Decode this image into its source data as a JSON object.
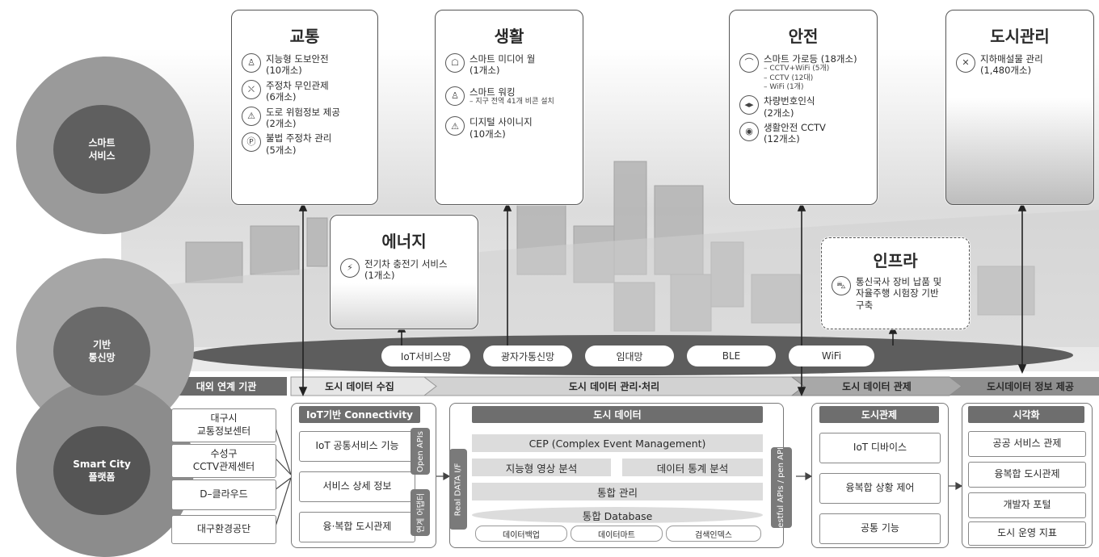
{
  "layers": [
    {
      "label": "스마트\n서비스"
    },
    {
      "label": "기반\n통신망"
    },
    {
      "label": "Smart City\n플랫폼"
    }
  ],
  "services": {
    "traffic": {
      "title": "교통",
      "items": [
        {
          "icon": "pedestrian-safety-icon",
          "glyph": "♙",
          "text": "지능형 도보안전",
          "detail": "(10개소)"
        },
        {
          "icon": "parking-control-icon",
          "glyph": "⛌",
          "text": "주정차 무인관제",
          "detail": "(6개소)"
        },
        {
          "icon": "warning-icon",
          "glyph": "⚠",
          "text": "도로 위험정보 제공",
          "detail": "(2개소)"
        },
        {
          "icon": "no-parking-icon",
          "glyph": "Ⓟ",
          "text": "불법 주정차 관리",
          "detail": "(5개소)"
        }
      ]
    },
    "life": {
      "title": "생활",
      "items": [
        {
          "icon": "media-wall-icon",
          "glyph": "☖",
          "text": "스마트 미디어 월",
          "detail": "(1개소)"
        },
        {
          "icon": "smart-walking-icon",
          "glyph": "♙",
          "text": "스마트 워킹",
          "detail": "– 지구 전역 41개 비콘 설치"
        },
        {
          "icon": "warning-icon",
          "glyph": "⚠",
          "text": "디지털 사이니지",
          "detail": "(10개소)"
        }
      ]
    },
    "safety": {
      "title": "안전",
      "items": [
        {
          "icon": "streetlight-icon",
          "glyph": "⌒",
          "text": "스마트 가로등 (18개소)",
          "subs": [
            "– CCTV+WiFi (5개)",
            "– CCTV (12대)",
            "– WiFi (1개)"
          ]
        },
        {
          "icon": "plate-recognition-icon",
          "glyph": "◂▸",
          "text": "차량번호인식",
          "detail": "(2개소)"
        },
        {
          "icon": "cctv-icon",
          "glyph": "◉",
          "text": "생활안전 CCTV",
          "detail": "(12개소)"
        }
      ]
    },
    "city": {
      "title": "도시관리",
      "items": [
        {
          "icon": "utility-tools-icon",
          "glyph": "✕",
          "text": "지하매설물 관리",
          "detail": "(1,480개소)"
        }
      ]
    },
    "energy": {
      "title": "에너지",
      "items": [
        {
          "icon": "ev-charger-icon",
          "glyph": "⚡",
          "text": "전기차 충전기 서비스",
          "detail": "(1개소)"
        }
      ]
    },
    "infra": {
      "title": "인프라",
      "items": [
        {
          "icon": "autonomous-car-icon",
          "glyph": "⛍",
          "text": "통신국사 장비 납품 및",
          "detail": "자율주행 시험장 기반",
          "detail2": "구축"
        }
      ]
    }
  },
  "networks": [
    "IoT서비스망",
    "광자가통신망",
    "임대망",
    "BLE",
    "WiFi"
  ],
  "stages": [
    "대외 연계 기관",
    "도시 데이터 수집",
    "도시 데이터 관리·처리",
    "도시 데이터 관제",
    "도시데이터 정보 제공"
  ],
  "external": [
    "대구시\n교통정보센터",
    "수성구\nCCTV관제센터",
    "D–클라우드",
    "대구환경공단"
  ],
  "connectivity": {
    "title": "IoT기반 Connectivity",
    "items": [
      "IoT  공통서비스 기능",
      "서비스 상세 정보",
      "융·복합 도시관제"
    ],
    "tab_open": "Open APIs",
    "tab_link": "연계 어댑터"
  },
  "realdata": "Real DATA I/F",
  "city_data": {
    "title": "도시 데이터",
    "cep": "CEP (Complex        Event Management)",
    "video": "지능형 영상 분석",
    "stats": "데이터 통계 분석",
    "mgmt": "통합 관리",
    "db": "통합 Database",
    "chips": [
      "데이터백업",
      "데이터마트",
      "검색인덱스"
    ]
  },
  "restful": "Restful APIs / pen APIs",
  "control": {
    "title": "도시관제",
    "items": [
      "IoT 디바이스",
      "융복합 상황 제어",
      "공통 기능"
    ]
  },
  "visual": {
    "title": "시각화",
    "items": [
      "공공 서비스 관제",
      "융복합 도시관제",
      "개발자 포털",
      "도시 운영 지표"
    ]
  }
}
